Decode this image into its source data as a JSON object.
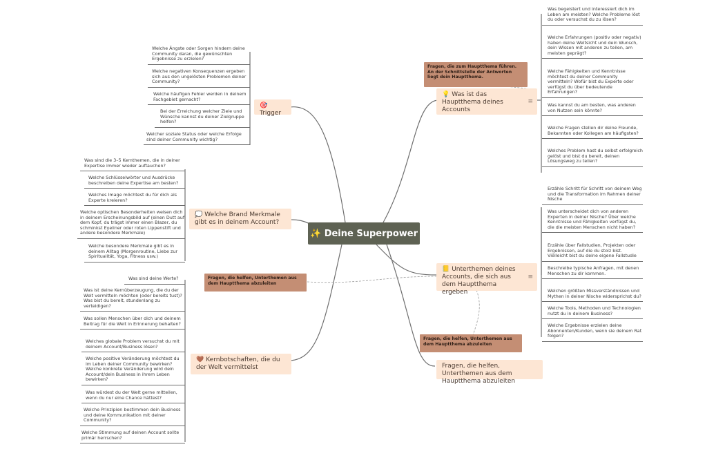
{
  "center": {
    "label": "Deine Superpower",
    "icon": "sparkles-icon"
  },
  "topics": {
    "haupt": {
      "label": "Was ist das Hauptthema deines Accounts",
      "icon": "lightbulb-icon"
    },
    "unter": {
      "label": "Unterthemen deines Accounts, die sich aus dem Hauptthema ergeben",
      "icon": "notebook-icon"
    },
    "fragen": {
      "label": "Fragen, die helfen, Unterthemen aus dem Hauptthema abzuleiten"
    },
    "trigger": {
      "label": "Trigger",
      "icon": "target-icon"
    },
    "brand": {
      "label": "Welche Brand Merkmale gibt es in deinem Account?",
      "icon": "speech-bubble-icon"
    },
    "kern": {
      "label": "Kernbotschaften, die du der Welt vermittelst",
      "icon": "heart-icon"
    }
  },
  "notes": {
    "haupt": "Fragen, die zum Hauptthema führen. An der Schnittstelle der Antworten liegt dein Hauptthema.",
    "left": "Fragen, die helfen, Unterthemen aus dem Hauptthema abzuleiten",
    "bottom": "Fragen, die helfen, Unterthemen aus dem Hauptthema abzuleiten"
  },
  "leaves": {
    "haupt": [
      "Was begeistert und interessiert dich im Leben am meisten? Welche Probleme löst du oder versuchst du zu lösen?",
      "Welche Erfahrungen (positiv oder negativ) haben deine Weltsicht und dein Wunsch, dein Wissen mit anderen zu teilen, am meisten geprägt?",
      "Welche Fähigkeiten und Kenntnisse möchtest du deiner Community vermitteln? Wofür bist du Experte oder verfügst du über bedeutende Erfahrungen?",
      "Was kannst du am besten, was anderen von Nutzen sein könnte?",
      "Welche Fragen stellen dir deine Freunde, Bekannten oder Kollegen am häufigsten?",
      "Welches Problem hast du selbst erfolgreich gelöst und bist du bereit, deinen Lösungsweg zu teilen?"
    ],
    "unter": [
      "Erzähle Schritt für Schritt von deinem Weg und die Transformation im Rahmen deiner Nische",
      "Was unterscheidet dich von anderen Experten in deiner Nische? Über welche Kenntnisse und Fähigkeiten verfügst du, die die meisten Menschen nicht haben?",
      "Erzähle über Fallstudien, Projekten oder Ergebnissen, auf die du stolz bist. Vielleicht bist du deine eigene Fallstudie",
      "Beschreibe typische Anfragen, mit denen Menschen zu dir kommen.",
      "Welchen größten Missverständnissen und Mythen in deiner Nische widersprichst du?",
      "Welche Tools, Methoden und Technologien nutzt du in deinem Business?",
      "Welche Ergebnisse erzielen deine Abonnenten/Kunden, wenn sie deinem Rat folgen?"
    ],
    "trigger": [
      "Welche Ängste oder Sorgen hindern deine Community daran, die gewünschten Ergebnisse zu erzielen?",
      "Welche negativen Konsequenzen ergeben sich aus den ungelösten Problemen deiner Community?",
      "Welche häufigen Fehler werden in deinem Fachgebiet gemacht?",
      "Bei der Erreichung welcher Ziele und Wünsche kannst du deiner Zielgruppe helfen?",
      "Welcher soziale Status oder welche Erfolge sind deiner Community wichtig?"
    ],
    "brand": [
      "Was sind die 3–5 Kernthemen, die in deiner Expertise immer wieder auftauchen?",
      "Welche Schlüsselwörter und Ausdrücke beschreiben deine Expertise am besten?",
      "Welches Image möchtest du für dich als Experte kreieren?",
      "Welche optischen Besonderheiten weisen dich in deinem Erscheinungsbild auf (einen Dutt auf dem Kopf, du trägst immer einen Blazer, du schminkst Eyeliner oder roten Lippenstift und andere besondere Merkmale)",
      "Welche besondere Merkmale gibt es in deinem Alltag (Morgenroutine, Liebe zur Spiritualität, Yoga, Fitness usw.)"
    ],
    "kern": [
      "Was sind deine Werte?",
      "Was ist deine Kernüberzeugung, die du der Welt vermitteln möchten (oder bereits tust)? Was bist du bereit, stundenlang zu verteidigen?",
      "Was sollen Menschen über dich und deinem Beitrag für die Welt in Erinnerung behalten?",
      "Welches globale Problem versuchst du mit deinem Account/Business lösen?",
      "Welche positive Veränderung möchtest du im Leben deiner Community bewirken? Welche konkrete Veränderung wird dein Account/dein Business in ihrem Leben bewirken?",
      "Was würdest du der Welt gerne mitteilen, wenn du nur eine Chance hättest?",
      "Welche Prinzipien bestimmen dein Business und deine Kommunikation mit deiner Community?",
      "Welche Stimmung auf deinen Account sollte primär herrschen?"
    ]
  },
  "colors": {
    "center": "#5e6253",
    "topic": "#fde6d4",
    "note": "#c48e74",
    "branch": "#6b6b6b"
  }
}
